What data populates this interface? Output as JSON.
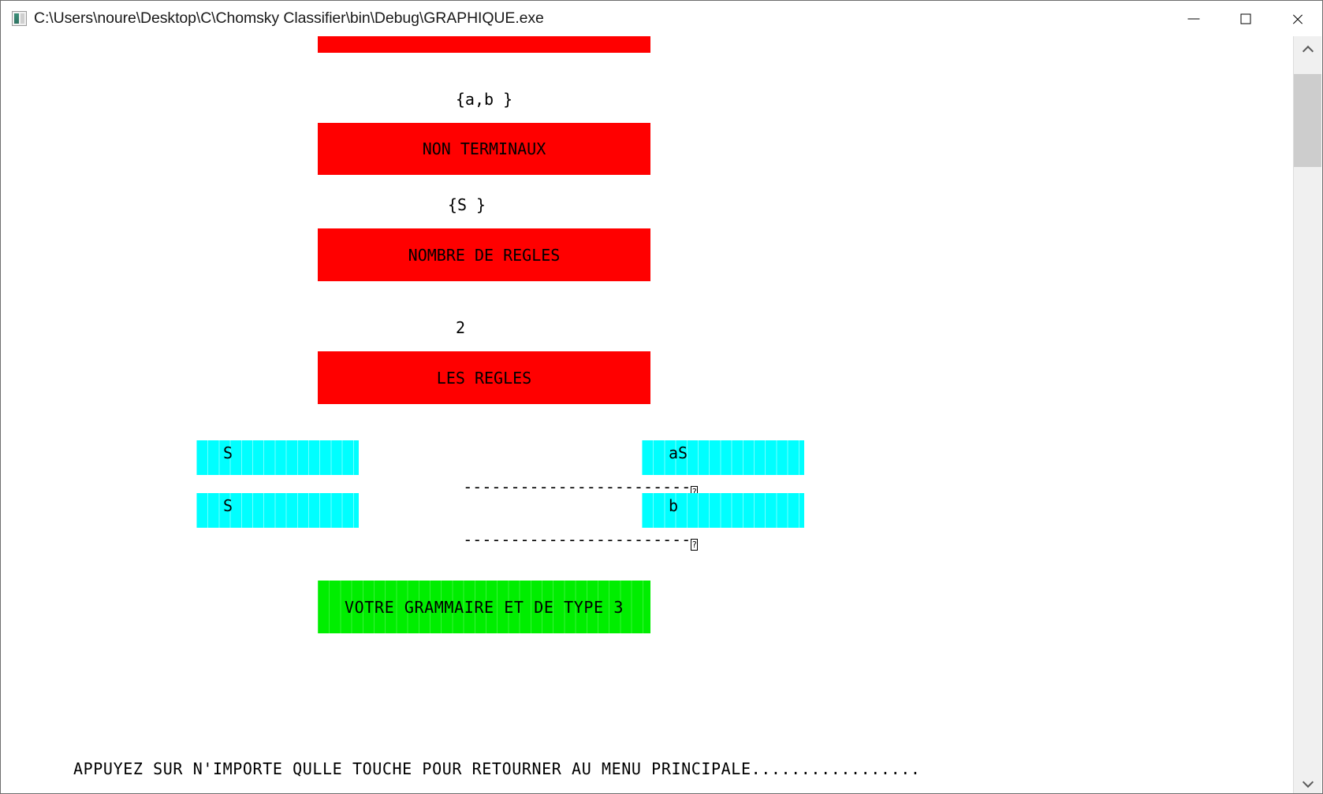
{
  "window": {
    "title": "C:\\Users\\noure\\Desktop\\C\\Chomsky Classifier\\bin\\Debug\\GRAPHIQUE.exe",
    "icon": "console-app-icon",
    "controls": {
      "minimize": "—",
      "maximize": "□",
      "close": "✕"
    }
  },
  "colors": {
    "band_red": "#ff0000",
    "band_green": "#00ee00",
    "band_cyan": "#00ffff",
    "text": "#000000",
    "background": "#ffffff"
  },
  "console": {
    "sections": [
      {
        "name": "terminaux-banner",
        "type": "red-band",
        "label": "",
        "note": "clipped by scroll"
      },
      {
        "name": "terminaux-value",
        "type": "value",
        "label": "{a,b }"
      },
      {
        "name": "non-terminaux-banner",
        "type": "red-band",
        "label": "NON TERMINAUX"
      },
      {
        "name": "non-terminaux-value",
        "type": "value",
        "label": "{S }"
      },
      {
        "name": "nombre-de-regles-banner",
        "type": "red-band",
        "label": "NOMBRE DE REGLES"
      },
      {
        "name": "nombre-de-regles-value",
        "type": "value",
        "label": "2"
      },
      {
        "name": "les-regles-banner",
        "type": "red-band",
        "label": "LES REGLES"
      }
    ],
    "rules": [
      {
        "left": "S",
        "arrow": "------------------------",
        "arrow_glyph": "?",
        "right": "aS"
      },
      {
        "left": "S",
        "arrow": "------------------------",
        "arrow_glyph": "?",
        "right": "b"
      }
    ],
    "result_banner": {
      "label": "VOTRE GRAMMAIRE ET DE TYPE 3",
      "color": "#00ee00"
    },
    "status_line": "APPUYEZ SUR N'IMPORTE QULLE TOUCHE POUR RETOURNER AU MENU PRINCIPALE................."
  },
  "scrollbar": {
    "up_arrow": "▲",
    "down_arrow": "▼"
  }
}
